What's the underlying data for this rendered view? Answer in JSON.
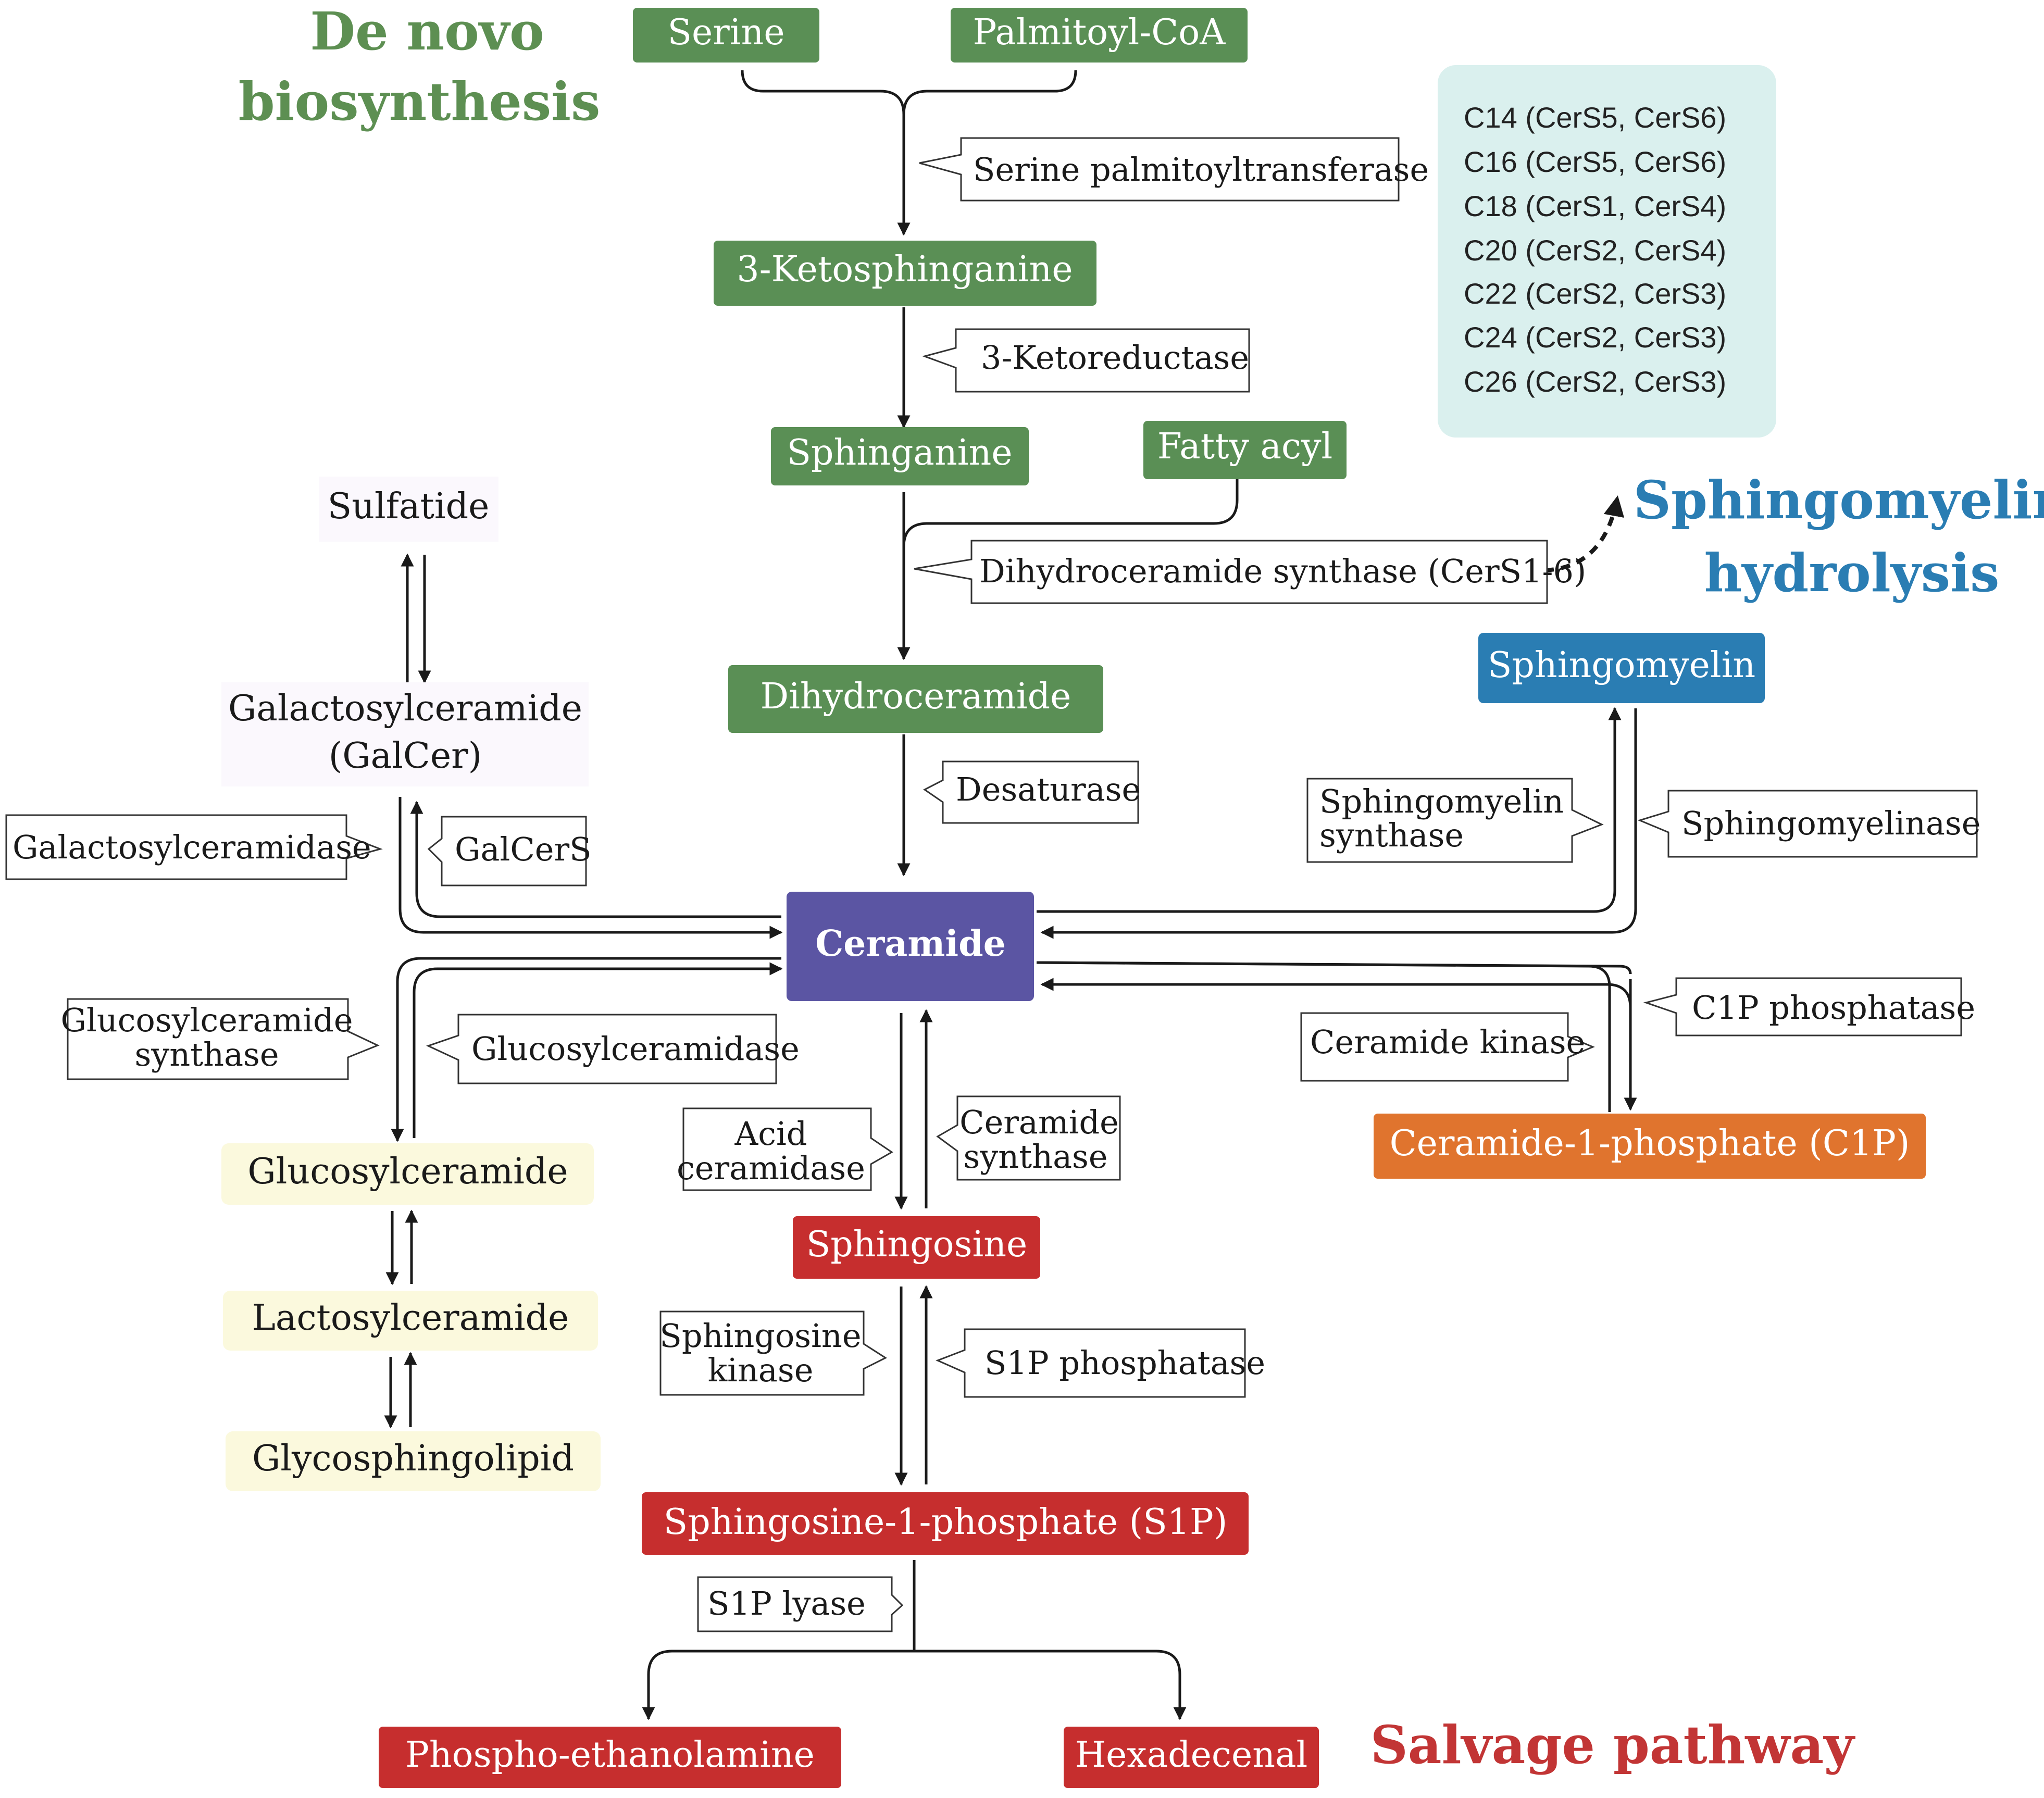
{
  "colors": {
    "green": "#5a8f55",
    "blue": "#2a7db3",
    "purple": "#5b55a3",
    "red": "#c62e2e",
    "orange": "#e0742e",
    "yellow_bg": "#fbf9dd",
    "lavender_bg": "#fbf8fd",
    "cers_bg": "#daf0ee",
    "heading_green": "#5d8f52",
    "heading_blue": "#2a7db3",
    "heading_red": "#c23535"
  },
  "headings": {
    "de_novo_1": "De novo",
    "de_novo_2": "biosynthesis",
    "sm_hydrolysis_1": "Sphingomyelin",
    "sm_hydrolysis_2": "hydrolysis",
    "salvage": "Salvage pathway"
  },
  "nodes": {
    "serine": "Serine",
    "palmitoyl_coa": "Palmitoyl-CoA",
    "ketosphinganine": "3-Ketosphinganine",
    "sphinganine": "Sphinganine",
    "fatty_acyl": "Fatty acyl",
    "dihydroceramide": "Dihydroceramide",
    "ceramide": "Ceramide",
    "sphingomyelin": "Sphingomyelin",
    "c1p": "Ceramide-1-phosphate (C1P)",
    "sphingosine": "Sphingosine",
    "s1p": "Sphingosine-1-phosphate (S1P)",
    "phosphoethanolamine": "Phospho-ethanolamine",
    "hexadecenal": "Hexadecenal",
    "sulfatide": "Sulfatide",
    "galcer_1": "Galactosylceramide",
    "galcer_2": "(GalCer)",
    "glucosylceramide": "Glucosylceramide",
    "lactosylceramide": "Lactosylceramide",
    "glycosphingolipid": "Glycosphingolipid"
  },
  "enzymes": {
    "spt": "Serine palmitoyltransferase",
    "ketoreductase": "3-Ketoreductase",
    "cers": "Dihydroceramide synthase (CerS1-6)",
    "desaturase": "Desaturase",
    "galactosylceramidase": "Galactosylceramidase",
    "galcers": "GalCerS",
    "gcs_1": "Glucosylceramide",
    "gcs_2": "synthase",
    "glucosylceramidase": "Glucosylceramidase",
    "acid_cdase_1": "Acid",
    "acid_cdase_2": "ceramidase",
    "ceramide_synthase_1": "Ceramide",
    "ceramide_synthase_2": "synthase",
    "sphk_1": "Sphingosine",
    "sphk_2": "kinase",
    "s1p_phosphatase": "S1P phosphatase",
    "s1p_lyase": "S1P lyase",
    "sms_1": "Sphingomyelin",
    "sms_2": "synthase",
    "smase": "Sphingomyelinase",
    "cerk": "Ceramide kinase",
    "c1p_phosphatase": "C1P phosphatase"
  },
  "cers_list": [
    "C14 (CerS5, CerS6)",
    "C16 (CerS5, CerS6)",
    "C18 (CerS1, CerS4)",
    "C20 (CerS2, CerS4)",
    "C22 (CerS2, CerS3)",
    "C24 (CerS2, CerS3)",
    "C26 (CerS2, CerS3)"
  ]
}
